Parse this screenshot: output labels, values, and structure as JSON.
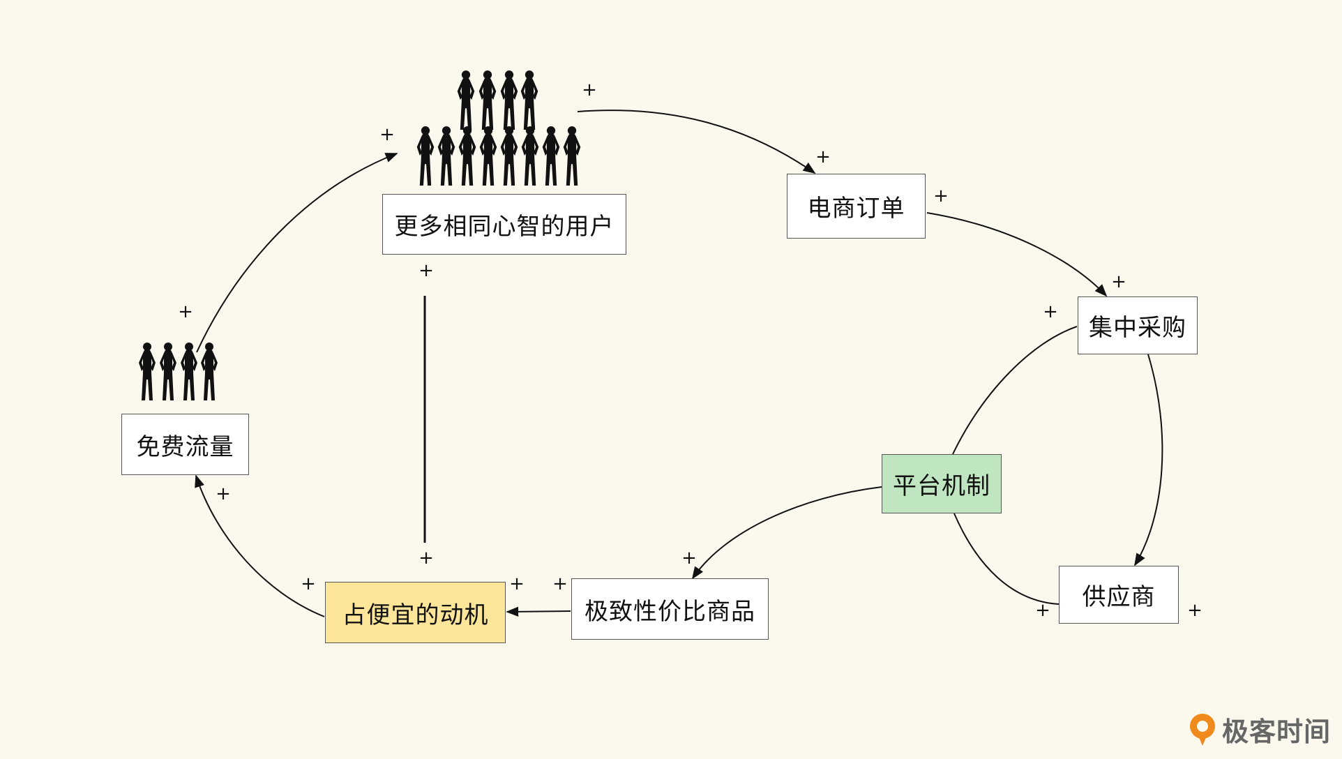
{
  "nodes": {
    "users": "更多相同心智的用户",
    "orders": "电商订单",
    "procurement": "集中采购",
    "free_traffic": "免费流量",
    "platform": "平台机制",
    "supplier": "供应商",
    "motive": "占便宜的动机",
    "goods": "极致性价比商品"
  },
  "plus_sign": "+",
  "colors": {
    "background": "#fbf8ee",
    "motive_fill": "#fde59a",
    "platform_fill": "#bfe6c0",
    "line": "#111111"
  },
  "icons": {
    "crowd": "people-silhouette-icon",
    "logo": "geekbang-logo-icon"
  },
  "logo": {
    "text": "极客时间"
  }
}
